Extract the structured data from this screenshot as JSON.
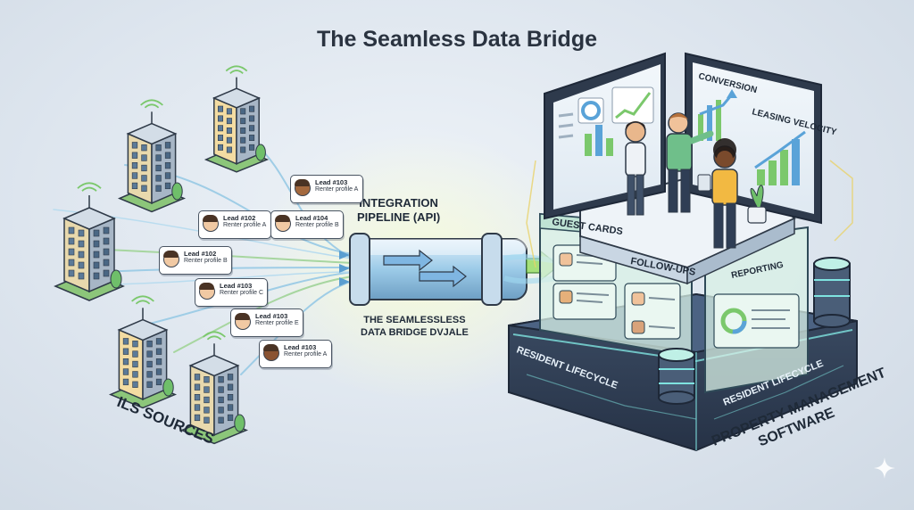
{
  "title": "The Seamless Data Bridge",
  "ils_label": "ILS SOURCES",
  "pipeline_label_top": "INTEGRATION\nPIPELINE (API)",
  "pipeline_label_bottom": "THE SEAMLESSLESS\nDATA BRIDGE DVJALE",
  "pms_label": "PROPERTY MANAGEMENT\nSOFTWARE",
  "leads": [
    {
      "title": "Lead #103",
      "subtitle": "Renter profile A"
    },
    {
      "title": "Lead #102",
      "subtitle": "Renter profile A"
    },
    {
      "title": "Lead #104",
      "subtitle": "Renter profile B"
    },
    {
      "title": "Lead #102",
      "subtitle": "Renter profile B"
    },
    {
      "title": "Lead #103",
      "subtitle": "Renter profile C"
    },
    {
      "title": "Lead #103",
      "subtitle": "Renter profile E"
    },
    {
      "title": "Lead #103",
      "subtitle": "Renter profile A"
    }
  ],
  "panels": {
    "guest_cards": "GUEST CARDS",
    "follow_ups": "FOLLOW-UPS",
    "reporting": "REPORTING",
    "resident_lifecycle_left": "RESIDENT LIFECYCLE",
    "resident_lifecycle_right": "RESIDENT LIFECYCLE",
    "conversion": "CONVERSION",
    "leasing_velocity": "LEASING VELOCITY"
  },
  "colors": {
    "accent_green": "#7bc86c",
    "pipe_blue": "#8fc4e8",
    "glow_teal": "#7fe3e0",
    "outline": "#2f3a48"
  }
}
